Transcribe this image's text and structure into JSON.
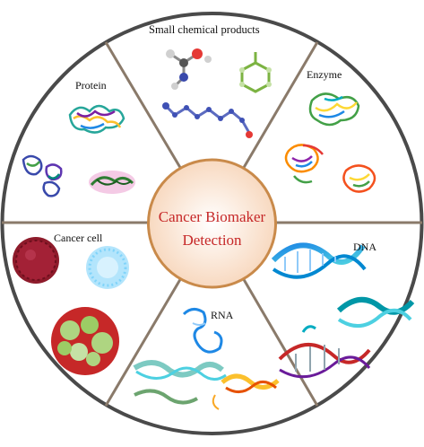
{
  "center": {
    "line1": "Cancer Biomaker",
    "line2": "Detection"
  },
  "segments": {
    "top": "Small chemical products",
    "top_left": "Protein",
    "top_right": "Enzyme",
    "bottom_left": "Cancer cell",
    "bottom": "RNA",
    "bottom_right": "DNA"
  },
  "colors": {
    "ring": "#4a4a4a",
    "divider": "#7a6a5a",
    "center_fill": "#fdeee2",
    "center_stroke": "#c98a4a",
    "center_text": "#c62828"
  }
}
